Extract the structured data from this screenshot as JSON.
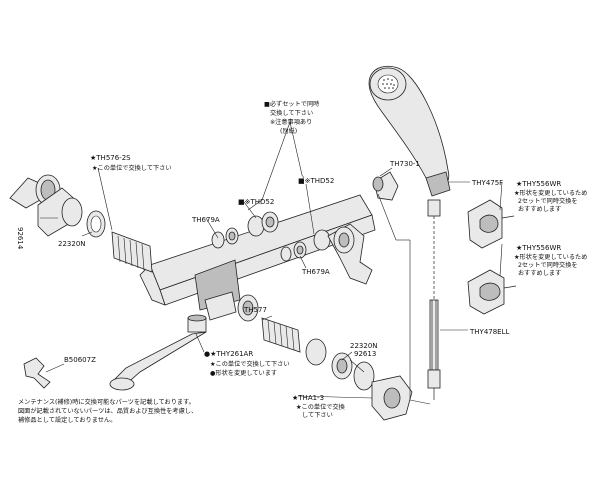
{
  "notes": {
    "must_set": "■必ずセットで同時",
    "must_set_2": "交換して下さい",
    "attention": "※注意事項あり",
    "separate": "(別紙)"
  },
  "labels": {
    "th576": "★TH576-2S",
    "th576_note": "★この単位で交換して下さい",
    "p92614": "92614",
    "p22320n_left": "22320N",
    "th679a_left": "TH679A",
    "thd52_a": "■※THD52",
    "thd52_b": "■※THD52",
    "th679a_right": "TH679A",
    "th730": "TH730-1",
    "thy475f": "THY475F",
    "thy556wr_1": "★THY556WR",
    "thy556wr_1_note1": "★形状を変更しているため",
    "thy556wr_1_note2": "2セットで同時交換を",
    "thy556wr_1_note3": "おすすめします",
    "thy556wr_2": "★THY556WR",
    "thy556wr_2_note1": "★形状を変更しているため",
    "thy556wr_2_note2": "2セットで同時交換を",
    "thy556wr_2_note3": "おすすめします",
    "thy478ell": "THY478ELL",
    "p22320n_right": "22320N",
    "p92613": "92613",
    "th577": "TH577",
    "thy261ar": "●★THY261AR",
    "thy261ar_note1": "★この単位で交換して下さい",
    "thy261ar_note2": "●形状を変更しています",
    "b50607z": "B50607Z",
    "tha1": "★THA1-3",
    "tha1_note1": "★この単位で交換",
    "tha1_note2": "して下さい"
  },
  "footer": {
    "line1": "メンテナンス(補修)時に交換可能なパーツを記載しております。",
    "line2": "図面が記載されていないパーツは、品質および互換性を考慮し、",
    "line3": "補修品として設定しておりません。"
  }
}
